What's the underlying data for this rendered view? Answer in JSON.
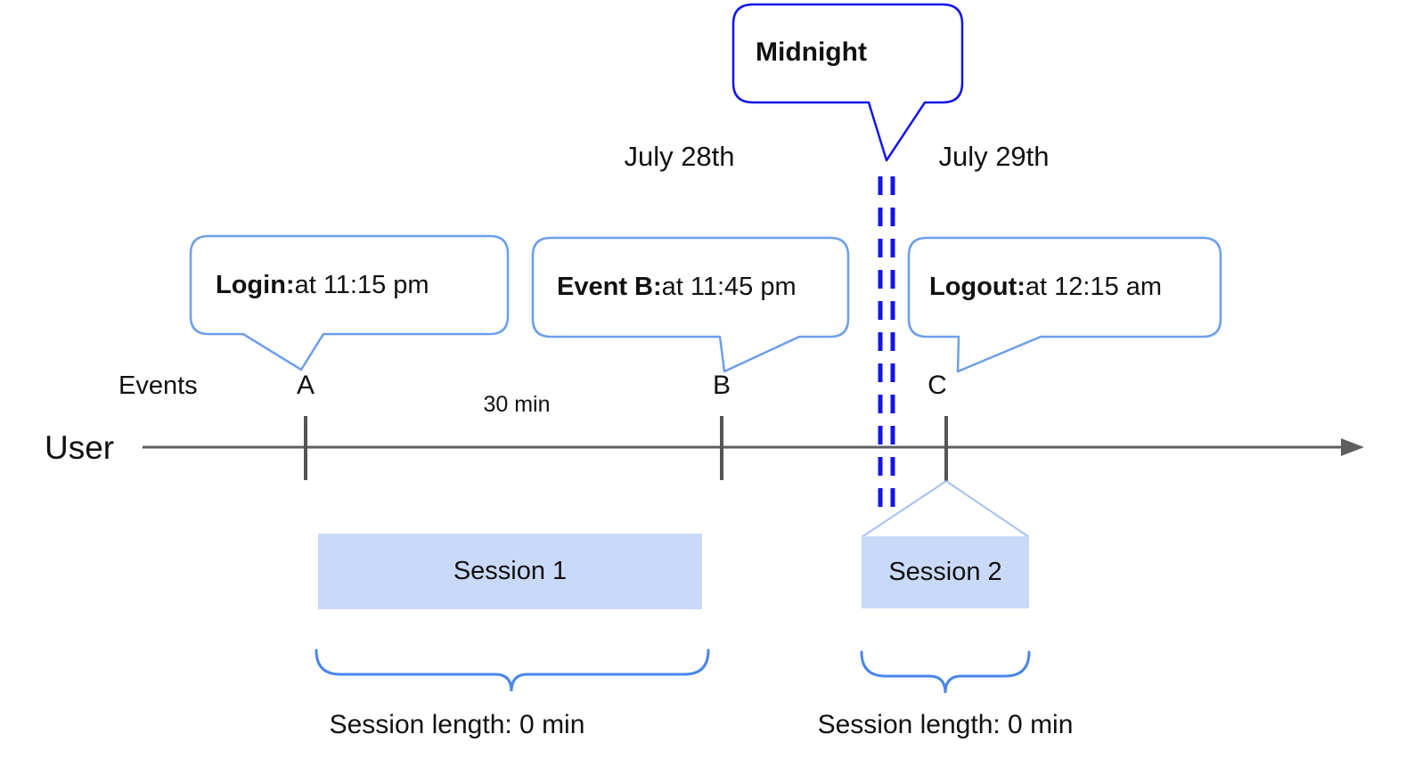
{
  "colors": {
    "accent_dark_blue": "#1414e8",
    "accent_light_blue": "#6d9eeb",
    "brace_blue": "#4a86e8",
    "session_fill": "#c9daf8",
    "projection_blue": "#a4c2f4",
    "timeline_gray": "#5f5f5f",
    "text_black": "#111111"
  },
  "callouts": {
    "midnight": "Midnight",
    "login_prefix": "Login:",
    "login_time": " at 11:15 pm",
    "event_b_prefix": "Event B:",
    "event_b_time": " at 11:45 pm",
    "logout_prefix": "Logout:",
    "logout_time": " at 12:15 am"
  },
  "dates": {
    "before_midnight": "July 28th",
    "after_midnight": "July 29th"
  },
  "timeline": {
    "row_label": "User",
    "events_label": "Events",
    "interval_label": "30 min",
    "markers": [
      "A",
      "B",
      "C"
    ]
  },
  "sessions": [
    {
      "label": "Session 1",
      "length": "Session length: 0 min"
    },
    {
      "label": "Session 2",
      "length": "Session length: 0 min"
    }
  ]
}
